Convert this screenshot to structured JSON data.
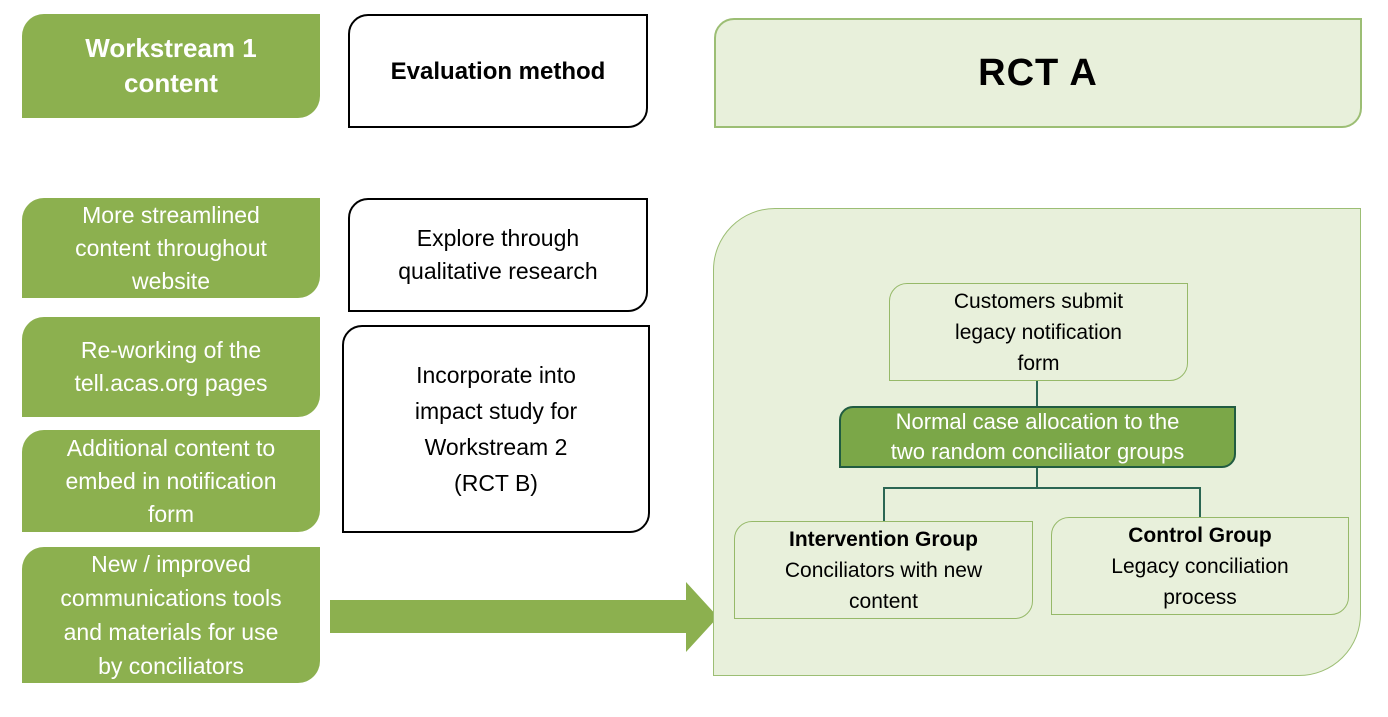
{
  "colors": {
    "green_solid": "#8CB04F",
    "green_medium": "#7BA748",
    "green_border_dark": "#215C41",
    "panel_fill": "#E8F0DB",
    "panel_border": "#9CBE74",
    "connector_line": "#2B6653",
    "white_box_border": "#000000",
    "text_on_green": "#FFFFFF",
    "text_default": "#000000"
  },
  "left_column": {
    "header": "Workstream 1\ncontent",
    "items": [
      "More streamlined\ncontent throughout\nwebsite",
      "Re-working of the\ntell.acas.org pages",
      "Additional content to\nembed in notification\nform",
      "New / improved\ncommunications tools\nand materials for use\nby conciliators"
    ]
  },
  "middle_column": {
    "header": "Evaluation method",
    "items": [
      "Explore through\nqualitative research",
      "Incorporate into\nimpact study for\nWorkstream 2\n(RCT B)"
    ]
  },
  "rct_panel": {
    "title": "RCT A",
    "step1": "Customers submit\nlegacy notification\nform",
    "step2": "Normal case allocation to the\ntwo random conciliator groups",
    "branches": [
      {
        "title": "Intervention Group",
        "subtitle": "Conciliators with new\ncontent"
      },
      {
        "title": "Control Group",
        "subtitle": "Legacy conciliation\nprocess"
      }
    ]
  }
}
